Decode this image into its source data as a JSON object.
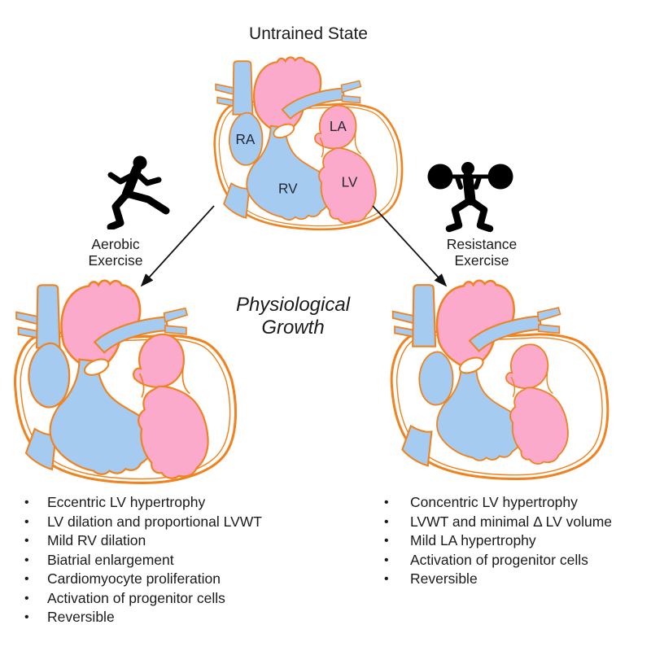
{
  "title": "Untrained State",
  "center_label": {
    "line1": "Physiological",
    "line2": "Growth"
  },
  "heart_labels": {
    "ra": "RA",
    "la": "LA",
    "rv": "RV",
    "lv": "LV"
  },
  "left_branch": {
    "icon": "runner-icon",
    "label_line1": "Aerobic",
    "label_line2": "Exercise",
    "bullets": [
      "Eccentric LV hypertrophy",
      "LV dilation and proportional LVWT",
      "Mild RV dilation",
      "Biatrial enlargement",
      "Cardiomyocyte proliferation",
      "Activation of progenitor cells",
      "Reversible"
    ]
  },
  "right_branch": {
    "icon": "weightlifter-icon",
    "label_line1": "Resistance",
    "label_line2": "Exercise",
    "bullets": [
      "Concentric LV hypertrophy",
      "LVWT and minimal Δ LV volume",
      "Mild LA hypertrophy",
      "Activation of progenitor cells",
      "Reversible"
    ]
  },
  "colors": {
    "chamber_pink": "#FBAACB",
    "vessel_blue": "#A5CBF0",
    "outline_orange": "#F0831F",
    "arrow_black": "#111111",
    "icon_black": "#000000",
    "heart_label_navy": "#1f2633"
  }
}
